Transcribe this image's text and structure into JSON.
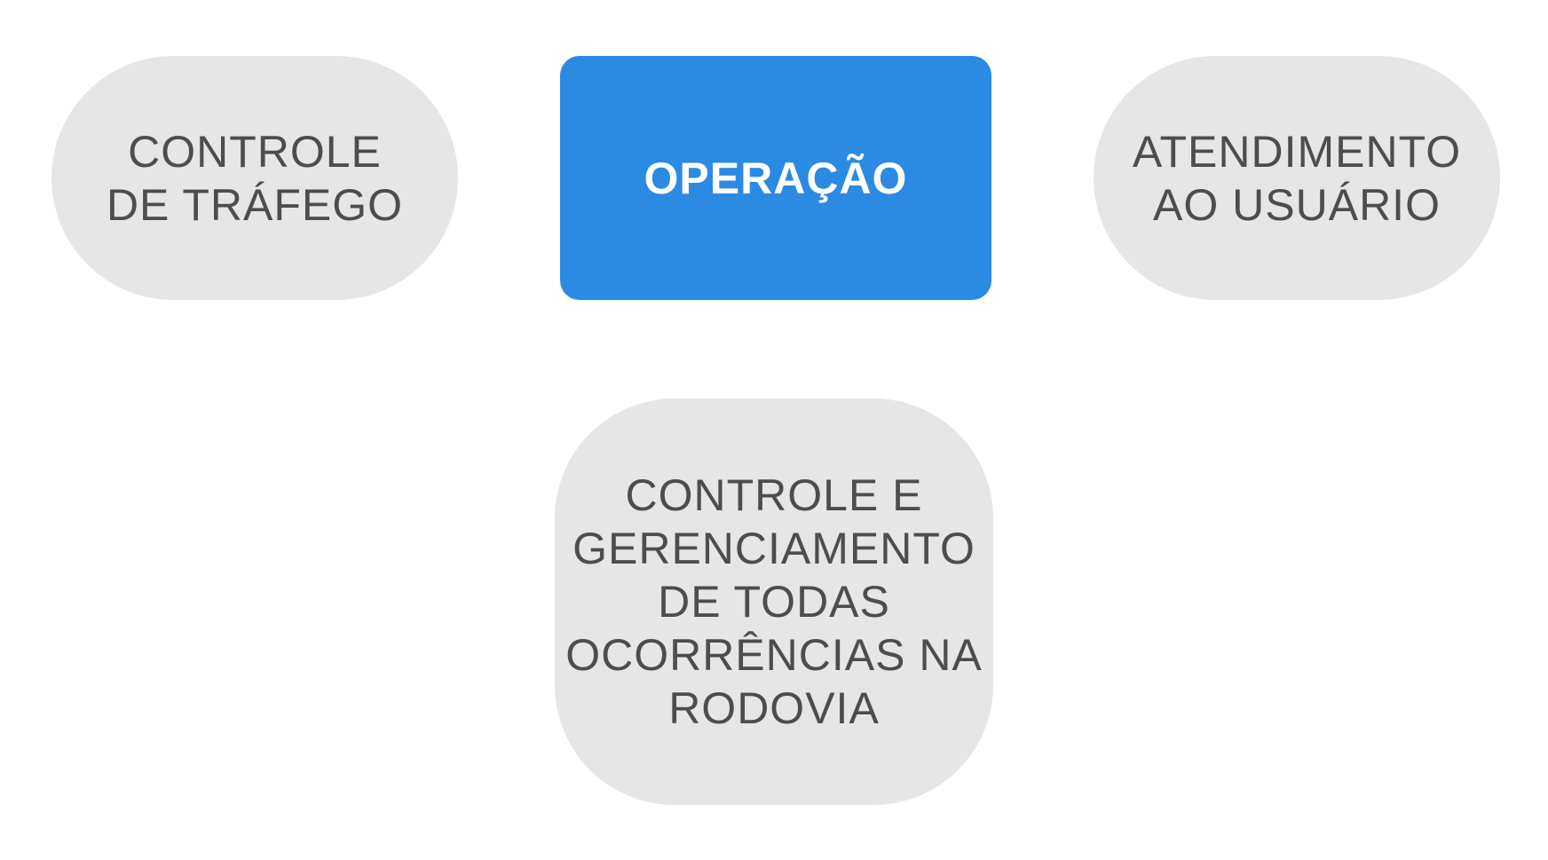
{
  "nodes": {
    "left": {
      "label": "CONTROLE\nDE TRÁFEGO"
    },
    "center": {
      "label": "OPERAÇÃO",
      "color": "#2b8ae2"
    },
    "right": {
      "label": "ATENDIMENTO\nAO USUÁRIO"
    },
    "bottom": {
      "label": "CONTROLE E\nGERENCIAMENTO\nDE TODAS\nOCORRÊNCIAS NA\nRODOVIA"
    }
  }
}
